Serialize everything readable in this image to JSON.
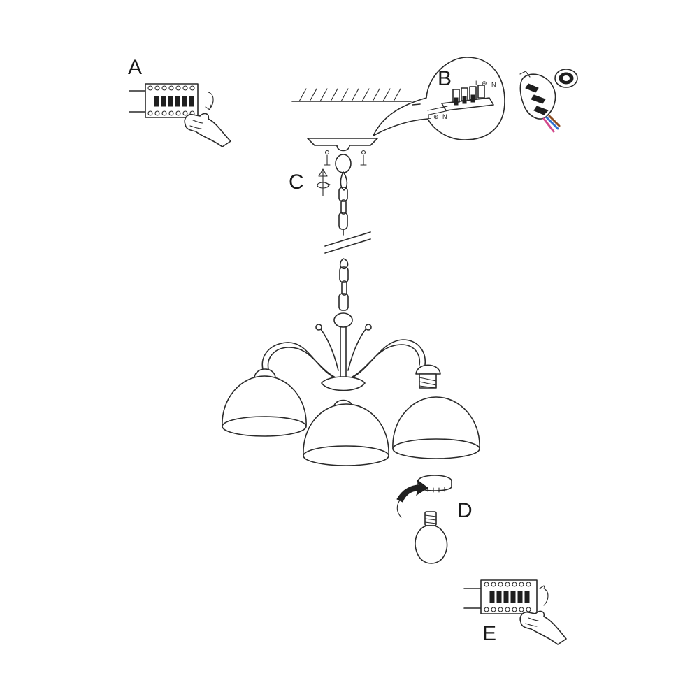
{
  "steps": {
    "a": "A",
    "b": "B",
    "c": "C",
    "d": "D",
    "e": "E"
  },
  "terminal_labels": {
    "top_l": "L",
    "top_earth": "⊕",
    "top_n": "N",
    "bottom_l": "L",
    "bottom_earth": "⊕",
    "bottom_n": "N"
  },
  "colors": {
    "line": "#2a2a2a",
    "wire_blue": "#2f6fd0",
    "wire_brown": "#8a4a1f",
    "wire_earth": "#d24a8c"
  }
}
